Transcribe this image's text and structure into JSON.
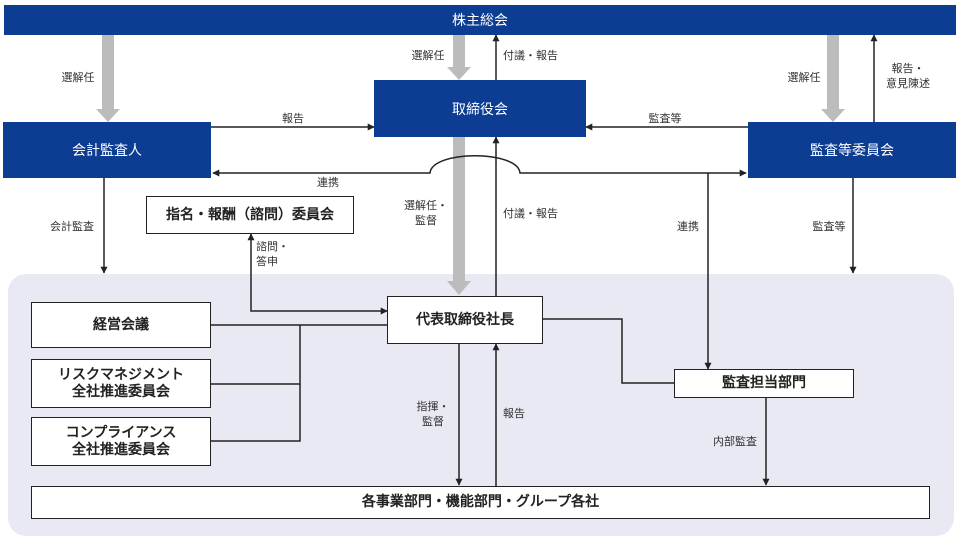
{
  "nodes": {
    "shareholders": "株主総会",
    "board": "取締役会",
    "accounting_auditor": "会計監査人",
    "audit_committee": "監査等委員会",
    "nomination_committee": "指名・報酬（諮問）委員会",
    "president": "代表取締役社長",
    "management_meeting": "経営会議",
    "risk_committee_line1": "リスクマネジメント",
    "risk_committee_line2": "全社推進委員会",
    "compliance_committee_line1": "コンプライアンス",
    "compliance_committee_line2": "全社推進委員会",
    "internal_audit": "監査担当部門",
    "business_units": "各事業部門・機能部門・グループ各社"
  },
  "edges": {
    "elect_auditor": "選解任",
    "elect_board": "選解任",
    "board_report_shareholders": "付議・報告",
    "elect_committee": "選解任",
    "committee_report_line1": "報告・",
    "committee_report_line2": "意見陳述",
    "auditor_report_board": "報告",
    "committee_audit_board": "監査等",
    "cooperation_top": "連携",
    "accounting_audit": "会計監査",
    "board_elect_supervise_line1": "選解任・",
    "board_elect_supervise_line2": "監督",
    "president_report_board": "付議・報告",
    "cooperation_internal": "連携",
    "committee_audit_down": "監査等",
    "consult_line1": "諮問・",
    "consult_line2": "答申",
    "command_line1": "指揮・",
    "command_line2": "監督",
    "units_report": "報告",
    "internal_audit_label": "内部監査"
  },
  "colors": {
    "primary_blue": "#0c3d92",
    "gray_arrow": "#bcbcbc",
    "region_bg": "#e9e9f4"
  }
}
